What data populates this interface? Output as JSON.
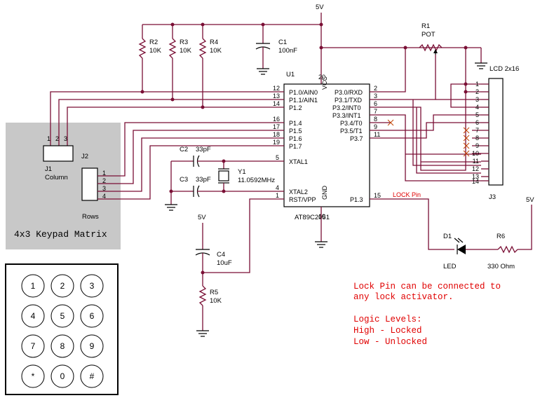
{
  "power": {
    "vcc_top": "5V",
    "vcc_pot": "5V",
    "vcc_reset": "5V",
    "vcc_led": "5V"
  },
  "resistors": [
    {
      "ref": "R2",
      "value": "10K"
    },
    {
      "ref": "R3",
      "value": "10K"
    },
    {
      "ref": "R4",
      "value": "10K"
    },
    {
      "ref": "R5",
      "value": "10K"
    },
    {
      "ref": "R6",
      "value": "330 Ohm"
    }
  ],
  "pot": {
    "ref": "R1",
    "value": "POT"
  },
  "capacitors": [
    {
      "ref": "C1",
      "value": "100nF"
    },
    {
      "ref": "C2",
      "value": "33pF"
    },
    {
      "ref": "C3",
      "value": "33pF"
    },
    {
      "ref": "C4",
      "value": "10uF"
    }
  ],
  "crystal": {
    "ref": "Y1",
    "value": "11.0592MHz"
  },
  "mcu": {
    "ref": "U1",
    "part": "AT89C2051",
    "vcc_label": "VCC",
    "gnd_label": "GND",
    "vcc_pin": "20",
    "gnd_pin": "10",
    "left_pins": [
      {
        "num": "12",
        "name": "P1.0/AIN0"
      },
      {
        "num": "13",
        "name": "P1.1/AIN1"
      },
      {
        "num": "14",
        "name": "P1.2"
      },
      {
        "num": "16",
        "name": "P1.4"
      },
      {
        "num": "17",
        "name": "P1.5"
      },
      {
        "num": "18",
        "name": "P1.6"
      },
      {
        "num": "19",
        "name": "P1.7"
      },
      {
        "num": "5",
        "name": "XTAL1"
      },
      {
        "num": "4",
        "name": "XTAL2"
      },
      {
        "num": "1",
        "name": "RST/VPP"
      }
    ],
    "right_pins": [
      {
        "num": "2",
        "name": "P3.0/RXD"
      },
      {
        "num": "3",
        "name": "P3.1/TXD"
      },
      {
        "num": "6",
        "name": "P3.2/INT0"
      },
      {
        "num": "7",
        "name": "P3.3/INT1"
      },
      {
        "num": "8",
        "name": "P3.4/T0"
      },
      {
        "num": "9",
        "name": "P3.5/T1"
      },
      {
        "num": "11",
        "name": "P3.7"
      },
      {
        "num": "15",
        "name": "P1.3"
      }
    ]
  },
  "lcd": {
    "label": "LCD 2x16",
    "ref": "J3",
    "pins": [
      "1",
      "2",
      "3",
      "4",
      "5",
      "6",
      "7",
      "8",
      "9",
      "10",
      "11",
      "12",
      "13",
      "14"
    ]
  },
  "keypad_conn": {
    "j1_ref": "J1",
    "j1_name": "Column",
    "j1_pins": [
      "1",
      "2",
      "3"
    ],
    "j2_ref": "J2",
    "j2_name": "Rows",
    "j2_pins": [
      "1",
      "2",
      "3",
      "4"
    ],
    "title": "4x3 Keypad Matrix"
  },
  "lock": {
    "net_label": "LOCK Pin",
    "led_ref": "D1",
    "led_name": "LED"
  },
  "keypad": {
    "keys": [
      "1",
      "2",
      "3",
      "4",
      "5",
      "6",
      "7",
      "8",
      "9",
      "*",
      "0",
      "#"
    ]
  },
  "notes": {
    "line1": "Lock Pin can be connected to",
    "line2": "any lock activator.",
    "line3": "Logic Levels:",
    "line4": "High - Locked",
    "line5": "Low - Unlocked"
  }
}
